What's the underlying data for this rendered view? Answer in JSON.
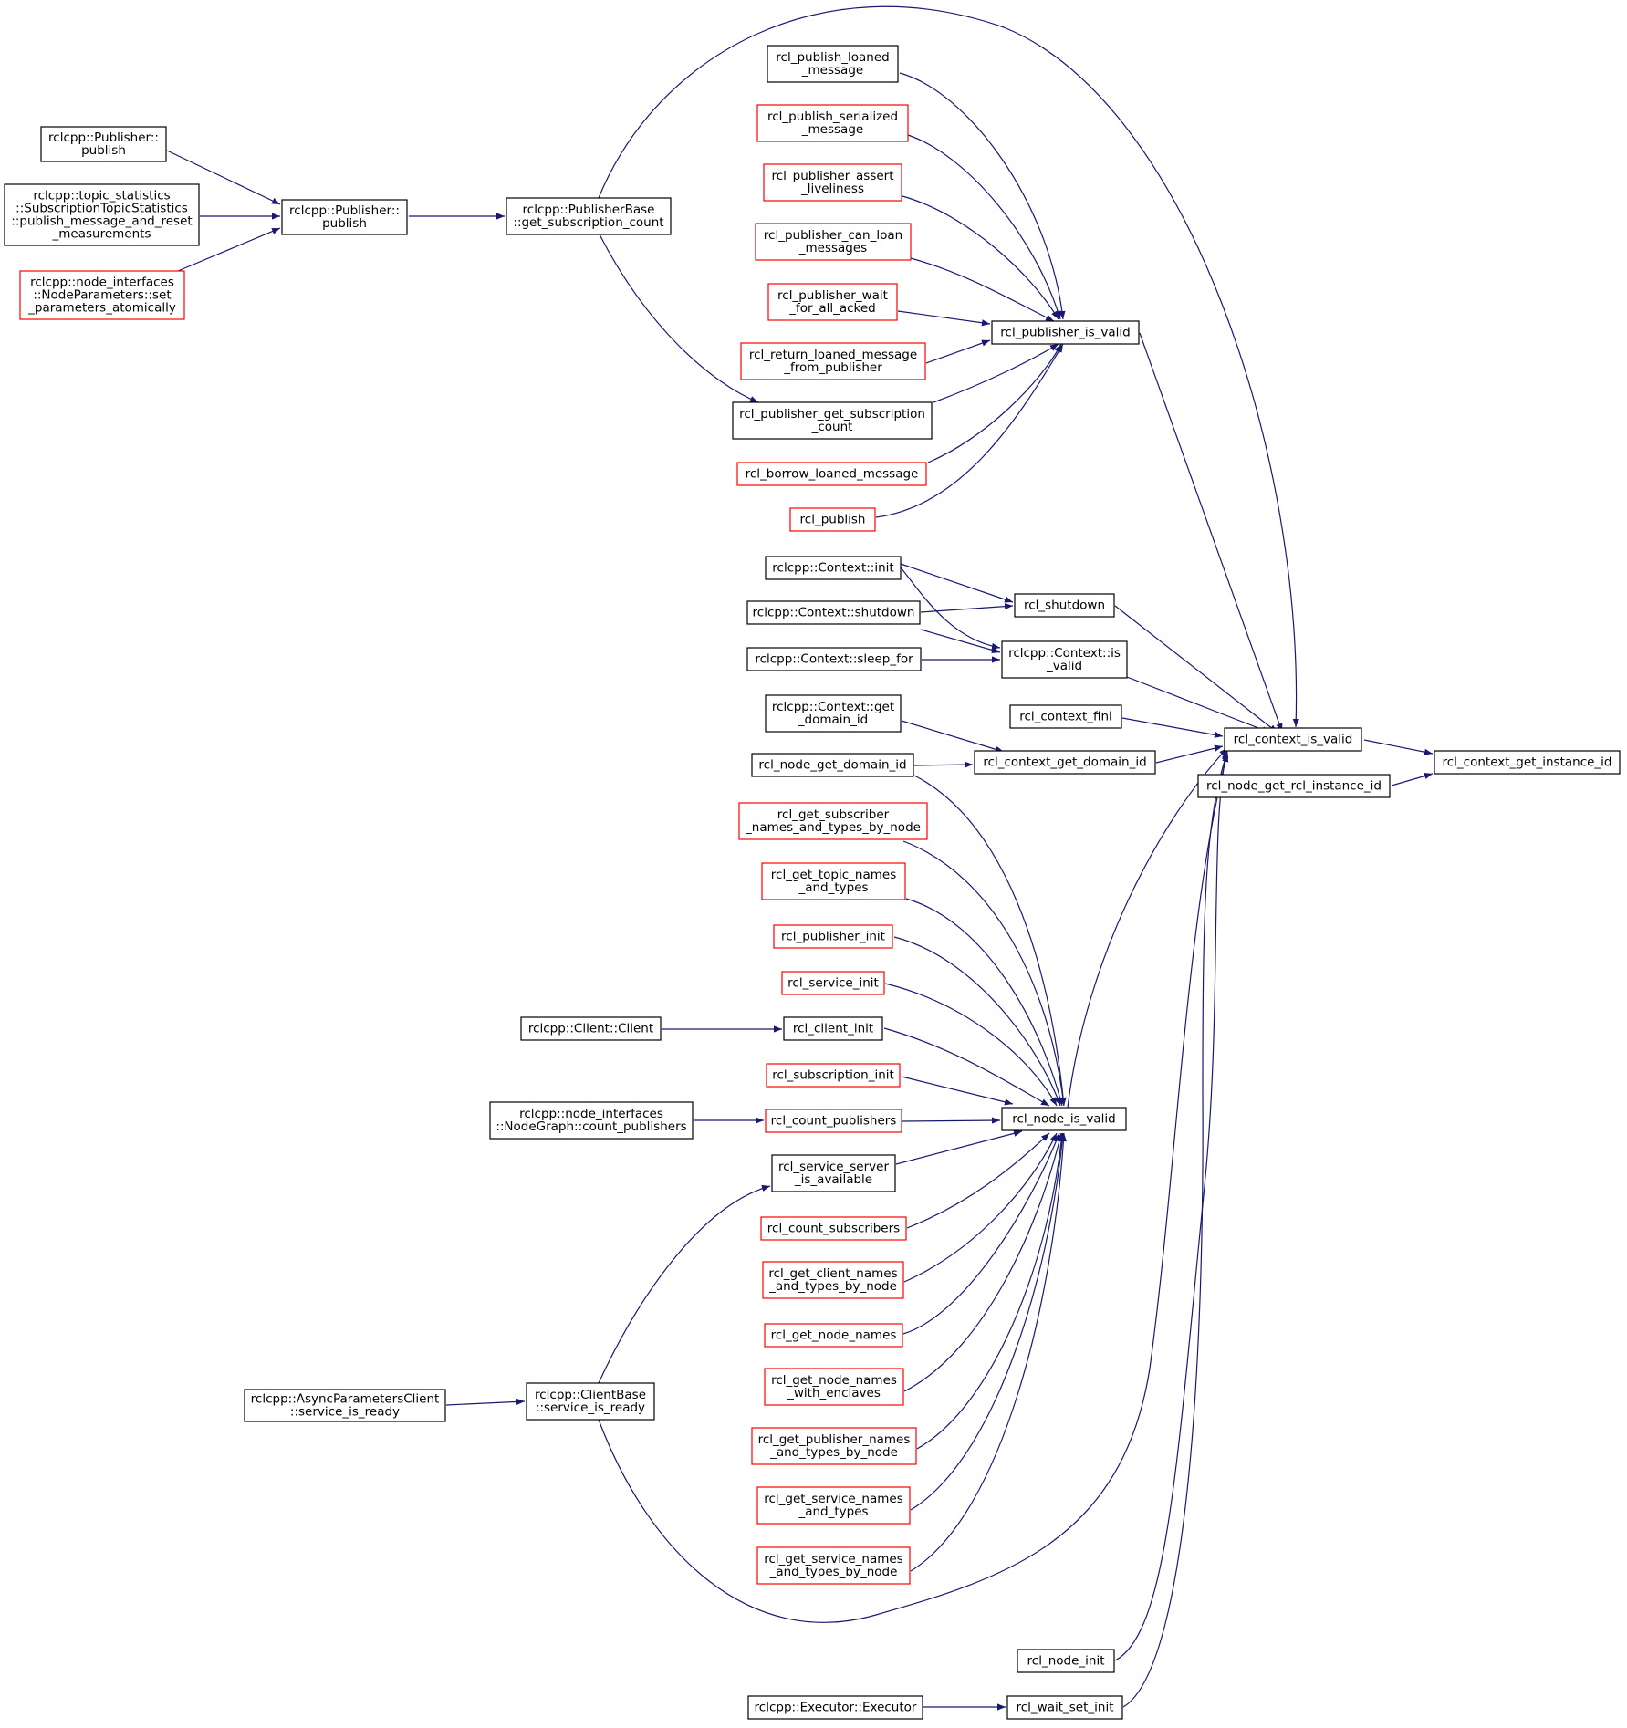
{
  "colors": {
    "edge": "#191970",
    "border_documented": "#000000",
    "border_undocumented": "#ff0000",
    "highlight_fill": "#bfbfbf",
    "background": "#ffffff"
  },
  "nodes": [
    {
      "id": "target",
      "lines": [
        "rcl_context_get_instance_id"
      ],
      "style": "highlight"
    },
    {
      "id": "ctx_valid",
      "lines": [
        "rcl_context_is_valid"
      ],
      "style": "black"
    },
    {
      "id": "node_rcl_inst",
      "lines": [
        "rcl_node_get_rcl_instance_id"
      ],
      "style": "black"
    },
    {
      "id": "pub_is_valid",
      "lines": [
        "rcl_publisher_is_valid"
      ],
      "style": "black"
    },
    {
      "id": "rcl_shutdown",
      "lines": [
        "rcl_shutdown"
      ],
      "style": "black"
    },
    {
      "id": "ctx_is_valid_cpp",
      "lines": [
        "rclcpp::Context::is",
        "_valid"
      ],
      "style": "black"
    },
    {
      "id": "ctx_fini",
      "lines": [
        "rcl_context_fini"
      ],
      "style": "black"
    },
    {
      "id": "ctx_get_domain",
      "lines": [
        "rcl_context_get_domain_id"
      ],
      "style": "black"
    },
    {
      "id": "node_is_valid",
      "lines": [
        "rcl_node_is_valid"
      ],
      "style": "black"
    },
    {
      "id": "node_init",
      "lines": [
        "rcl_node_init"
      ],
      "style": "black"
    },
    {
      "id": "wait_set_init",
      "lines": [
        "rcl_wait_set_init"
      ],
      "style": "black"
    },
    {
      "id": "pub_loaned",
      "lines": [
        "rcl_publish_loaned",
        "_message"
      ],
      "style": "black"
    },
    {
      "id": "pub_serialized",
      "lines": [
        "rcl_publish_serialized",
        "_message"
      ],
      "style": "red"
    },
    {
      "id": "pub_assert",
      "lines": [
        "rcl_publisher_assert",
        "_liveliness"
      ],
      "style": "red"
    },
    {
      "id": "pub_can_loan",
      "lines": [
        "rcl_publisher_can_loan",
        "_messages"
      ],
      "style": "red"
    },
    {
      "id": "pub_wait_acked",
      "lines": [
        "rcl_publisher_wait",
        "_for_all_acked"
      ],
      "style": "red"
    },
    {
      "id": "return_loaned",
      "lines": [
        "rcl_return_loaned_message",
        "_from_publisher"
      ],
      "style": "red"
    },
    {
      "id": "pub_get_sub_count",
      "lines": [
        "rcl_publisher_get_subscription",
        "_count"
      ],
      "style": "black"
    },
    {
      "id": "borrow_loaned",
      "lines": [
        "rcl_borrow_loaned_message"
      ],
      "style": "red"
    },
    {
      "id": "rcl_publish",
      "lines": [
        "rcl_publish"
      ],
      "style": "red"
    },
    {
      "id": "pubbase_count",
      "lines": [
        "rclcpp::PublisherBase",
        "::get_subscription_count"
      ],
      "style": "black"
    },
    {
      "id": "cpp_pub_publish",
      "lines": [
        "rclcpp::Publisher::",
        "publish"
      ],
      "style": "black"
    },
    {
      "id": "cpp_pub_publish2",
      "lines": [
        "rclcpp::Publisher::",
        "publish"
      ],
      "style": "black"
    },
    {
      "id": "topic_stats",
      "lines": [
        "rclcpp::topic_statistics",
        "::SubscriptionTopicStatistics",
        "::publish_message_and_reset",
        "_measurements"
      ],
      "style": "black"
    },
    {
      "id": "set_params",
      "lines": [
        "rclcpp::node_interfaces",
        "::NodeParameters::set",
        "_parameters_atomically"
      ],
      "style": "red"
    },
    {
      "id": "cpp_ctx_init",
      "lines": [
        "rclcpp::Context::init"
      ],
      "style": "black"
    },
    {
      "id": "cpp_ctx_shutdown",
      "lines": [
        "rclcpp::Context::shutdown"
      ],
      "style": "black"
    },
    {
      "id": "cpp_ctx_sleep",
      "lines": [
        "rclcpp::Context::sleep_for"
      ],
      "style": "black"
    },
    {
      "id": "cpp_ctx_domain",
      "lines": [
        "rclcpp::Context::get",
        "_domain_id"
      ],
      "style": "black"
    },
    {
      "id": "node_get_domain",
      "lines": [
        "rcl_node_get_domain_id"
      ],
      "style": "black"
    },
    {
      "id": "get_sub_names",
      "lines": [
        "rcl_get_subscriber",
        "_names_and_types_by_node"
      ],
      "style": "red"
    },
    {
      "id": "get_topic_names",
      "lines": [
        "rcl_get_topic_names",
        "_and_types"
      ],
      "style": "red"
    },
    {
      "id": "pub_init",
      "lines": [
        "rcl_publisher_init"
      ],
      "style": "red"
    },
    {
      "id": "svc_init",
      "lines": [
        "rcl_service_init"
      ],
      "style": "red"
    },
    {
      "id": "client_init",
      "lines": [
        "rcl_client_init"
      ],
      "style": "black"
    },
    {
      "id": "sub_init",
      "lines": [
        "rcl_subscription_init"
      ],
      "style": "red"
    },
    {
      "id": "count_pubs",
      "lines": [
        "rcl_count_publishers"
      ],
      "style": "red"
    },
    {
      "id": "svc_avail",
      "lines": [
        "rcl_service_server",
        "_is_available"
      ],
      "style": "black"
    },
    {
      "id": "count_subs",
      "lines": [
        "rcl_count_subscribers"
      ],
      "style": "red"
    },
    {
      "id": "get_client_names",
      "lines": [
        "rcl_get_client_names",
        "_and_types_by_node"
      ],
      "style": "red"
    },
    {
      "id": "get_node_names",
      "lines": [
        "rcl_get_node_names"
      ],
      "style": "red"
    },
    {
      "id": "get_node_names_enc",
      "lines": [
        "rcl_get_node_names",
        "_with_enclaves"
      ],
      "style": "red"
    },
    {
      "id": "get_pub_names",
      "lines": [
        "rcl_get_publisher_names",
        "_and_types_by_node"
      ],
      "style": "red"
    },
    {
      "id": "get_svc_names",
      "lines": [
        "rcl_get_service_names",
        "_and_types"
      ],
      "style": "red"
    },
    {
      "id": "get_svc_names_node",
      "lines": [
        "rcl_get_service_names",
        "_and_types_by_node"
      ],
      "style": "red"
    },
    {
      "id": "cpp_client",
      "lines": [
        "rclcpp::Client::Client"
      ],
      "style": "black"
    },
    {
      "id": "nodegraph_count",
      "lines": [
        "rclcpp::node_interfaces",
        "::NodeGraph::count_publishers"
      ],
      "style": "black"
    },
    {
      "id": "clientbase_ready",
      "lines": [
        "rclcpp::ClientBase",
        "::service_is_ready"
      ],
      "style": "black"
    },
    {
      "id": "async_params_ready",
      "lines": [
        "rclcpp::AsyncParametersClient",
        "::service_is_ready"
      ],
      "style": "black"
    },
    {
      "id": "cpp_executor",
      "lines": [
        "rclcpp::Executor::Executor"
      ],
      "style": "black"
    }
  ]
}
